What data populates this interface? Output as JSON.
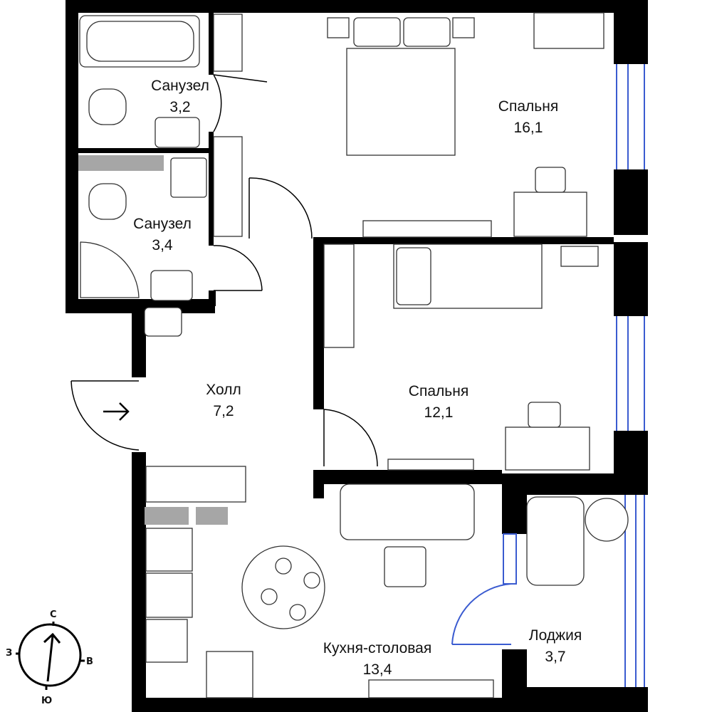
{
  "rooms": [
    {
      "name": "Санузел",
      "area": "3,2"
    },
    {
      "name": "Санузел",
      "area": "3,4"
    },
    {
      "name": "Спальня",
      "area": "16,1"
    },
    {
      "name": "Спальня",
      "area": "12,1"
    },
    {
      "name": "Холл",
      "area": "7,2"
    },
    {
      "name": "Кухня-столовая",
      "area": "13,4"
    },
    {
      "name": "Лоджия",
      "area": "3,7"
    }
  ],
  "compass": {
    "north": "С",
    "east": "В",
    "south": "Ю",
    "west": "З"
  },
  "colors": {
    "wall": "#000000",
    "shaft": "#a6a6a6",
    "window": "#3a5bd0",
    "furniture": "#333333"
  }
}
